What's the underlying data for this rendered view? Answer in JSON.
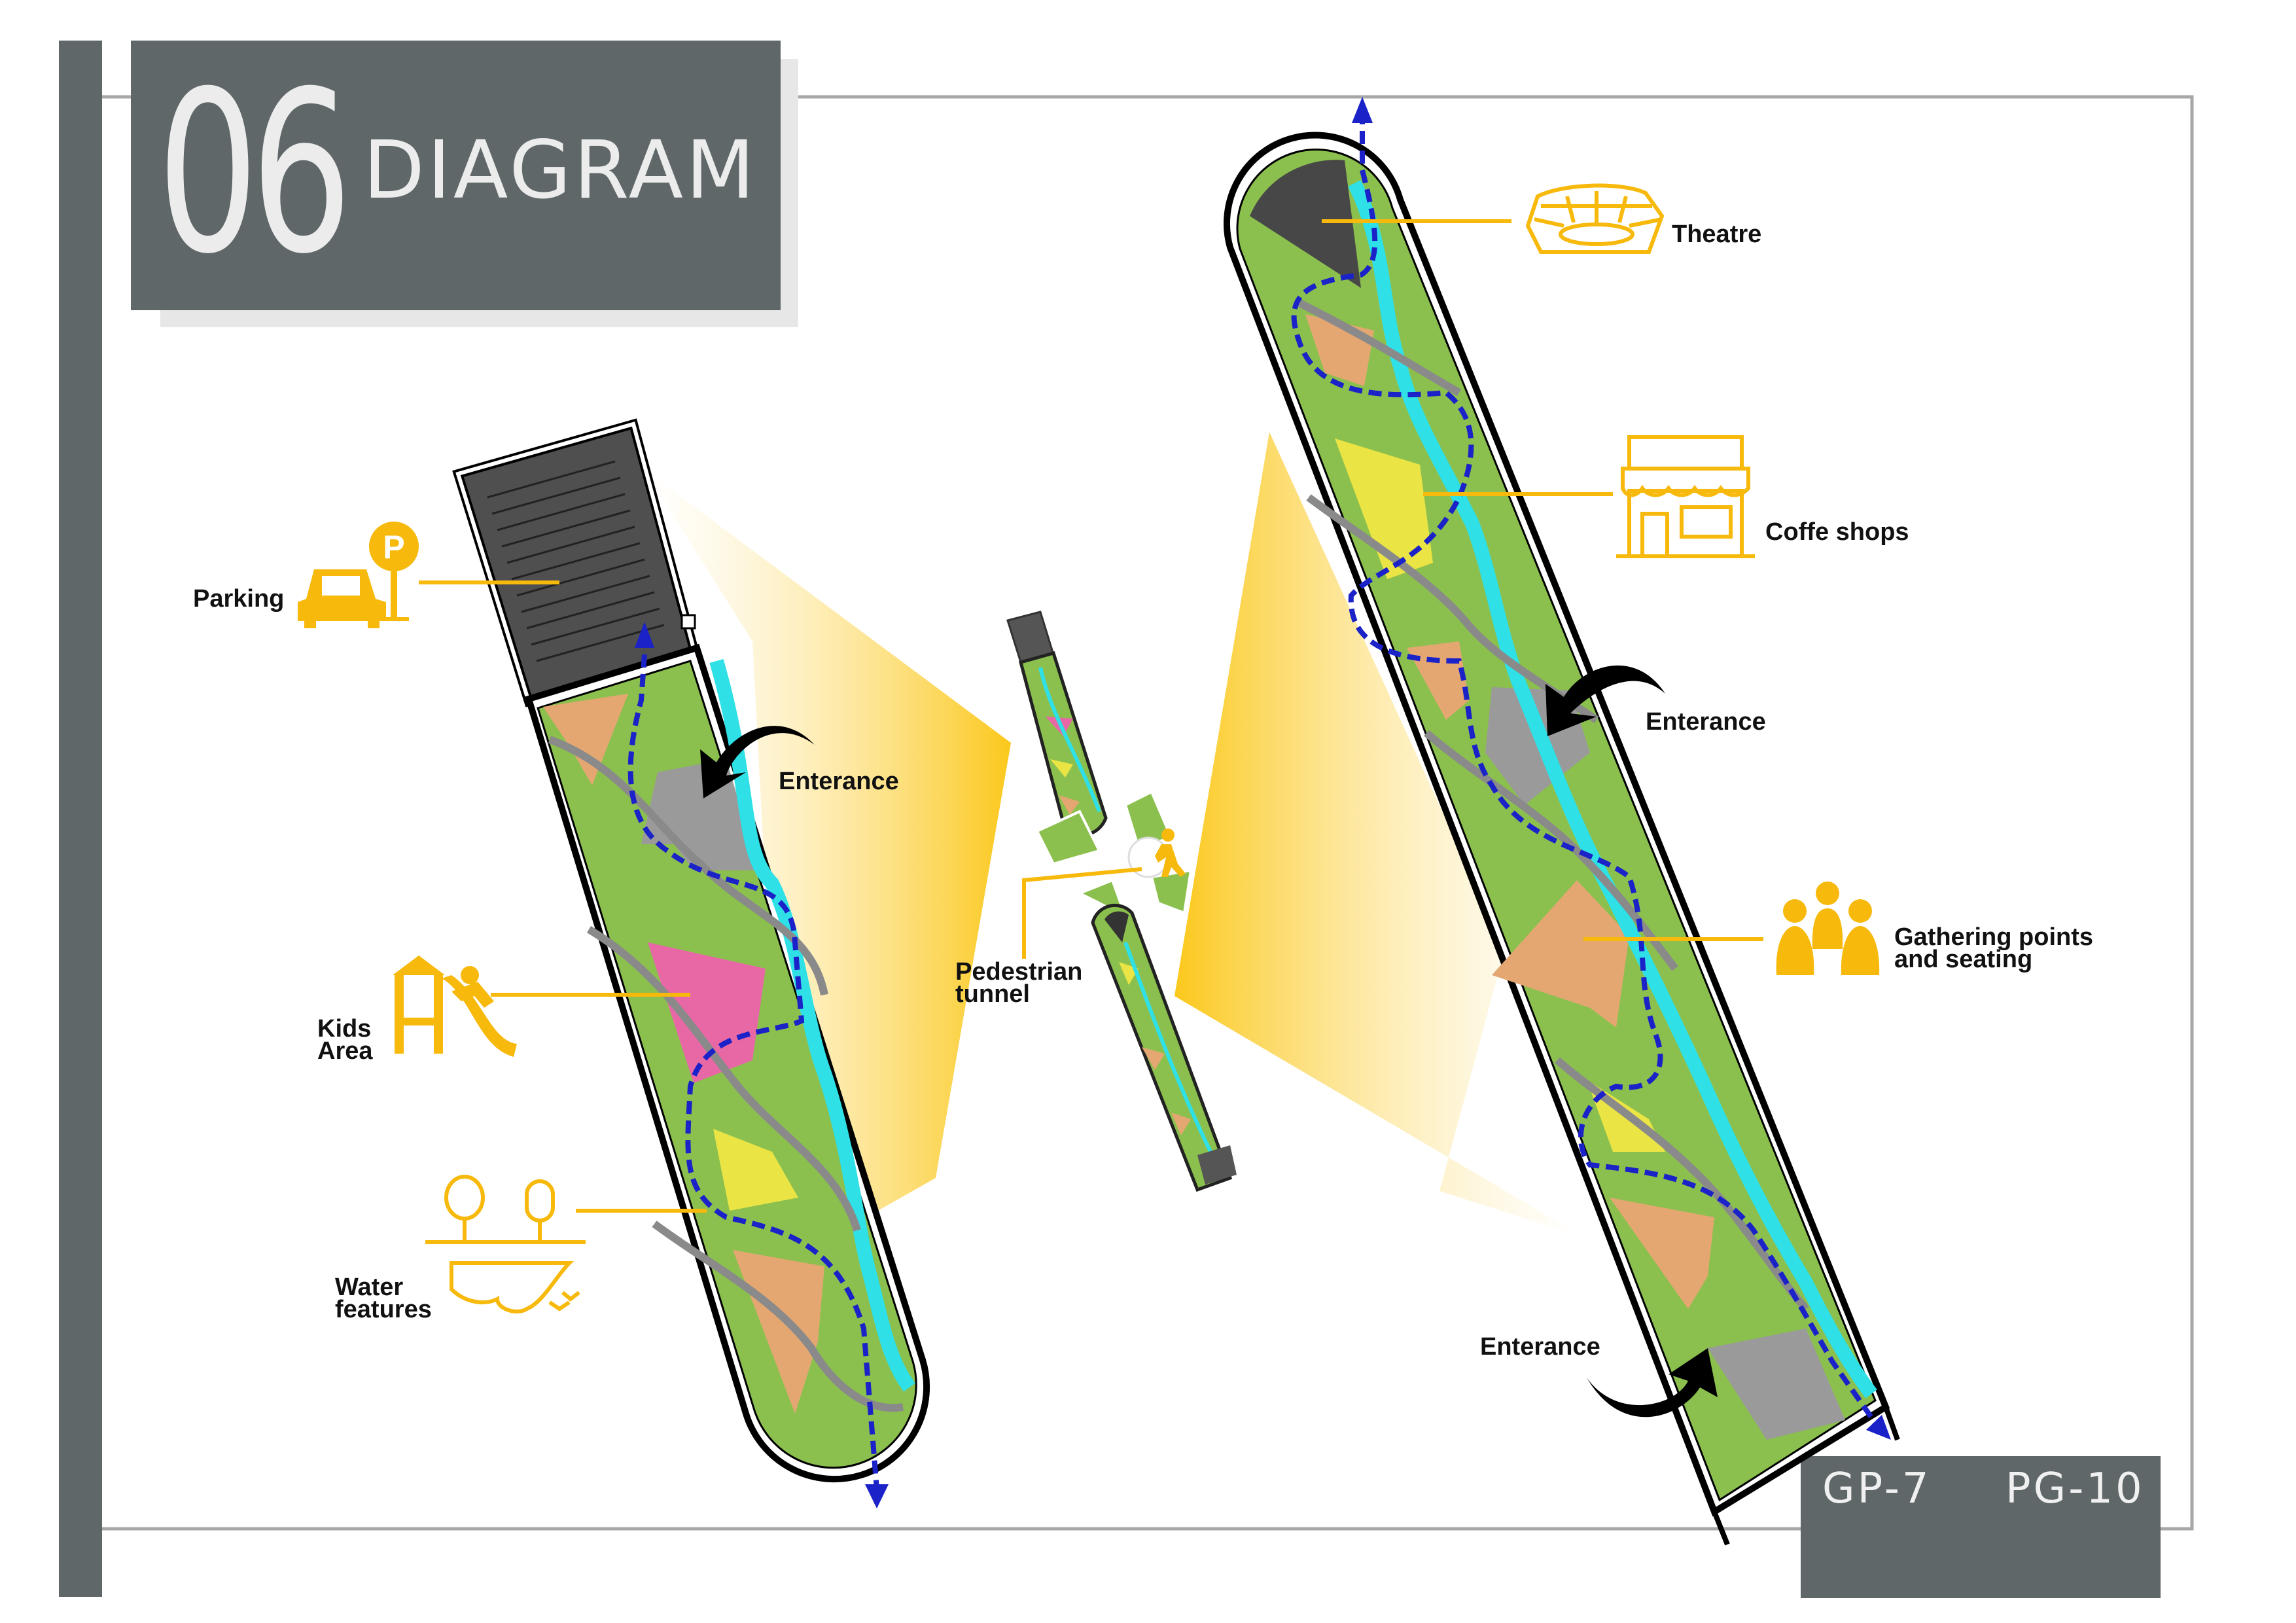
{
  "title": {
    "number": "06",
    "word": "DIAGRAM"
  },
  "footer": {
    "group": "GP-7",
    "page": "PG-10"
  },
  "labels": {
    "parking": "Parking",
    "entrance_left": "Enterance",
    "kids_area": "Kids\nArea",
    "water_features": "Water\nfeatures",
    "pedestrian_tunnel": "Pedestrian\ntunnel",
    "theatre": "Theatre",
    "coffee_shops": "Coffe shops",
    "entrance_right_top": "Enterance",
    "gathering": "Gathering points\nand seating",
    "entrance_right_bottom": "Enterance"
  },
  "colors": {
    "frame_gray": "#5f6769",
    "grass": "#8bc04e",
    "accent_yellow": "#f7b90c",
    "water": "#2fe0e6",
    "path_blue": "#1a22c8",
    "kids_pink": "#e868a6",
    "orange_zone": "#e4a772",
    "yellow_zone": "#eae444",
    "paving_gray": "#9a9a9a",
    "dark_gray": "#474747"
  },
  "icons": [
    "parking-icon",
    "kids-area-icon",
    "water-features-icon",
    "pedestrian-icon",
    "theatre-icon",
    "coffee-shop-icon",
    "gathering-icon",
    "entrance-arrow-icon"
  ]
}
